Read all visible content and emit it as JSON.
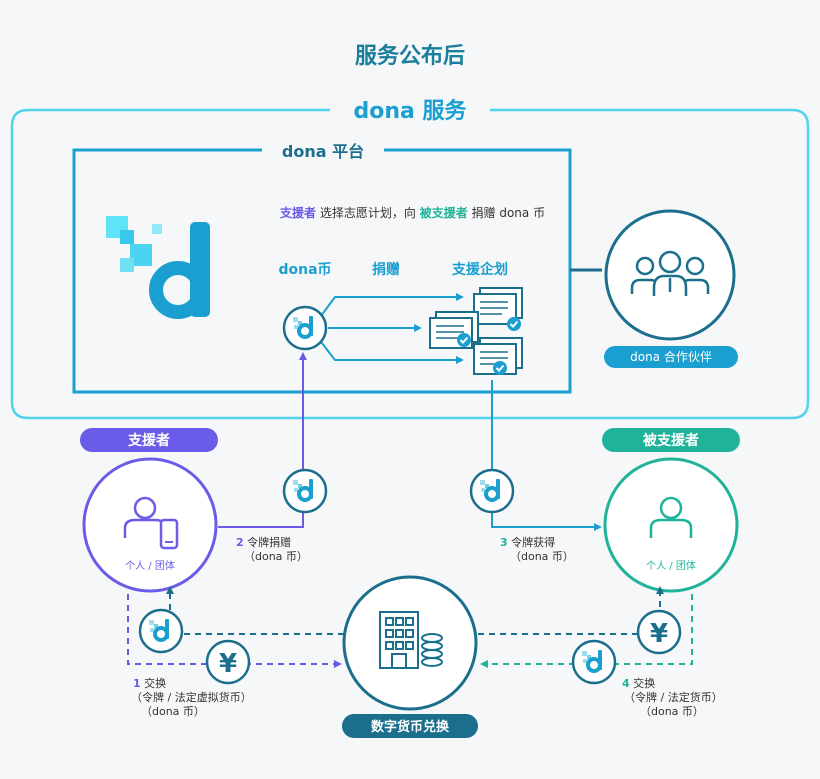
{
  "title": "服务公布后",
  "service_box": {
    "label": "dona 服务"
  },
  "platform_box": {
    "label": "dona 平台",
    "description": {
      "part1": "支援者",
      "part2": "选择志愿计划，向",
      "part3": "被支援者",
      "part4": "捐赠 dona 币"
    },
    "flow_labels": {
      "coin": "dona币",
      "donate": "捐赠",
      "project": "支援企划"
    }
  },
  "partner": {
    "label": "dona 合作伙伴"
  },
  "supporter": {
    "label": "支援者",
    "caption": "个人 / 团体"
  },
  "supported": {
    "label": "被支援者",
    "caption": "个人 / 团体"
  },
  "exchange": {
    "label": "数字货币兑换"
  },
  "steps": [
    {
      "num": "1",
      "line1": "交换",
      "line2": "（令牌 / 法定虚拟货币）",
      "line3": "（dona 币）"
    },
    {
      "num": "2",
      "line1": "令牌捐赠",
      "line2": "（dona 币）"
    },
    {
      "num": "3",
      "line1": "令牌获得",
      "line2": "（dona 币）"
    },
    {
      "num": "4",
      "line1": "交换",
      "line2": "（令牌 / 法定货币）",
      "line3": "（dona 币）"
    }
  ],
  "glyphs": {
    "yen": "¥",
    "logo_letter": "d"
  },
  "icons": [
    "dona-logo-icon",
    "dona-coin-icon",
    "yen-coin-icon",
    "document-stack-icon",
    "partner-group-icon",
    "person-phone-icon",
    "person-icon",
    "bank-building-icon"
  ],
  "colors": {
    "cyan": "#2ec5e8",
    "blue": "#1a9fd0",
    "dark_teal": "#1b6e8c",
    "purple": "#6a5ce8",
    "green": "#1fb39a",
    "title": "#1b7f9b"
  }
}
